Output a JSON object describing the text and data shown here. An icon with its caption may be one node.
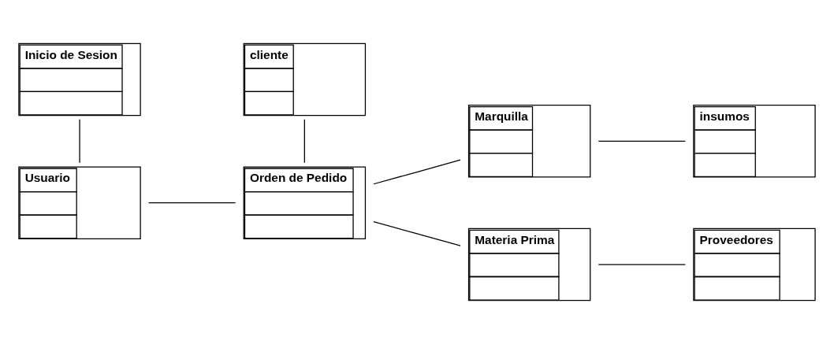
{
  "diagram": {
    "nodes": [
      {
        "text": [
          "Inicio de Sesion"
        ]
      },
      {
        "text": [
          "cliente"
        ]
      },
      {
        "text": [
          "Marquilla"
        ]
      },
      {
        "text": [
          "insumos"
        ]
      },
      {
        "text": [
          "Usuario"
        ]
      },
      {
        "text": [
          "Orden de Pedido"
        ]
      },
      {
        "text": [
          "Materia Prima"
        ]
      },
      {
        "text": [
          "Proveedores"
        ]
      }
    ],
    "edges": [
      {
        "from": 0,
        "to": 4,
        "arrow": "none"
      },
      {
        "from": 1,
        "to": 5,
        "arrow": "none"
      },
      {
        "from": 4,
        "to": 5,
        "arrow": "none"
      },
      {
        "from": 5,
        "to": 2,
        "arrow": "none"
      },
      {
        "from": 2,
        "to": 3,
        "arrow": "none"
      },
      {
        "from": 5,
        "to": 6,
        "arrow": "none"
      },
      {
        "from": 6,
        "to": 7,
        "arrow": "none"
      }
    ]
  }
}
